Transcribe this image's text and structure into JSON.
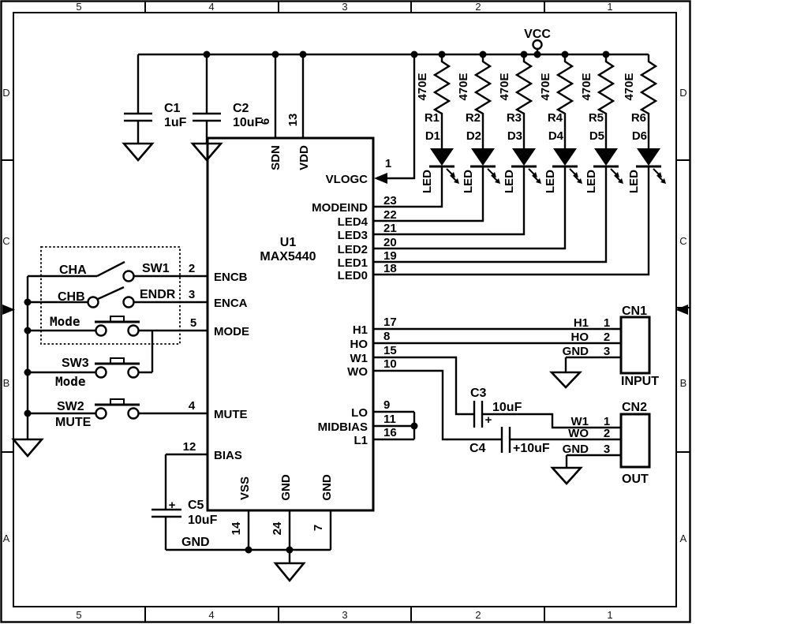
{
  "frame": {
    "top_zones": [
      "5",
      "4",
      "3",
      "2",
      "1"
    ],
    "bottom_zones": [
      "5",
      "4",
      "3",
      "2",
      "1"
    ],
    "left_zones": [
      "D",
      "C",
      "B",
      "A"
    ],
    "right_zones": [
      "D",
      "C",
      "B",
      "A"
    ]
  },
  "power": {
    "vcc": "VCC"
  },
  "ic": {
    "ref": "U1",
    "part": "MAX5440",
    "pins": {
      "sdn": {
        "num": "6",
        "name": "SDN"
      },
      "vdd": {
        "num": "13",
        "name": "VDD"
      },
      "encb": {
        "num": "2",
        "name": "ENCB"
      },
      "enca": {
        "num": "3",
        "name": "ENCA"
      },
      "mode": {
        "num": "5",
        "name": "MODE"
      },
      "mute": {
        "num": "4",
        "name": "MUTE"
      },
      "bias": {
        "num": "12",
        "name": "BIAS"
      },
      "vlogc": {
        "num": "1",
        "name": "VLOGC"
      },
      "modeind": {
        "num": "23",
        "name": "MODEIND"
      },
      "led4": {
        "num": "22",
        "name": "LED4"
      },
      "led3": {
        "num": "21",
        "name": "LED3"
      },
      "led2": {
        "num": "20",
        "name": "LED2"
      },
      "led1": {
        "num": "19",
        "name": "LED1"
      },
      "led0": {
        "num": "18",
        "name": "LED0"
      },
      "h1": {
        "num": "17",
        "name": "H1"
      },
      "ho": {
        "num": "8",
        "name": "HO"
      },
      "w1": {
        "num": "15",
        "name": "W1"
      },
      "wo": {
        "num": "10",
        "name": "WO"
      },
      "lo": {
        "num": "9",
        "name": "LO"
      },
      "midbias": {
        "num": "11",
        "name": "MIDBIAS"
      },
      "l1": {
        "num": "16",
        "name": "L1"
      },
      "vss": {
        "num": "14",
        "name": "VSS"
      },
      "gnd24": {
        "num": "24",
        "name": "GND"
      },
      "gnd7": {
        "num": "7",
        "name": "GND"
      }
    }
  },
  "capacitors": {
    "c1": {
      "ref": "C1",
      "value": "1uF"
    },
    "c2": {
      "ref": "C2",
      "value": "10uF"
    },
    "c3": {
      "ref": "C3",
      "value": "10uF",
      "polarity": "+"
    },
    "c4": {
      "ref": "C4",
      "value": "+10uF"
    },
    "c5": {
      "ref": "C5",
      "value": "10uF",
      "polarity": "+",
      "net": "GND"
    }
  },
  "led_bank": {
    "channels": [
      {
        "res": "R1",
        "val": "470E",
        "diode": "D1",
        "type": "LED"
      },
      {
        "res": "R2",
        "val": "470E",
        "diode": "D2",
        "type": "LED"
      },
      {
        "res": "R3",
        "val": "470E",
        "diode": "D3",
        "type": "LED"
      },
      {
        "res": "R4",
        "val": "470E",
        "diode": "D4",
        "type": "LED"
      },
      {
        "res": "R5",
        "val": "470E",
        "diode": "D5",
        "type": "LED"
      },
      {
        "res": "R6",
        "val": "470E",
        "diode": "D6",
        "type": "LED"
      }
    ]
  },
  "switches": {
    "sw1": {
      "net": "CHA",
      "ref": "SW1"
    },
    "endr": {
      "net": "CHB",
      "ref": "ENDR"
    },
    "mode_button": {
      "label": "Mode"
    },
    "sw3": {
      "ref": "SW3",
      "label": "Mode"
    },
    "sw2": {
      "ref": "SW2",
      "label": "MUTE"
    }
  },
  "connectors": {
    "cn1": {
      "ref": "CN1",
      "caption": "INPUT",
      "pins": [
        {
          "num": "1",
          "net": "H1"
        },
        {
          "num": "2",
          "net": "HO"
        },
        {
          "num": "3",
          "net": "GND"
        }
      ]
    },
    "cn2": {
      "ref": "CN2",
      "caption": "OUT",
      "pins": [
        {
          "num": "1",
          "net": "W1"
        },
        {
          "num": "2",
          "net": "WO"
        },
        {
          "num": "3",
          "net": "GND"
        }
      ]
    }
  },
  "colors": {
    "ink": "#000000",
    "paper": "#ffffff"
  }
}
